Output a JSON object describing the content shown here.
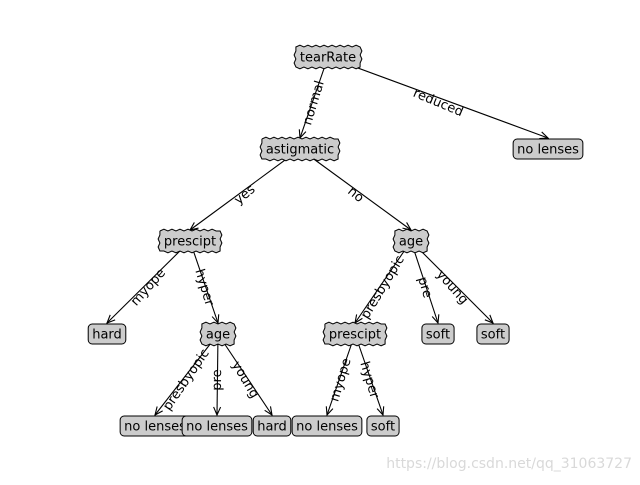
{
  "colors": {
    "node_fill": "#cccccc",
    "node_stroke": "#000000",
    "arrow": "#000000",
    "watermark": "#d9d9d9"
  },
  "diagram": {
    "nodes": [
      {
        "id": "tearRate",
        "label": "tearRate",
        "kind": "decision"
      },
      {
        "id": "astigmatic",
        "label": "astigmatic",
        "kind": "decision"
      },
      {
        "id": "nolenses_reduced",
        "label": "no lenses",
        "kind": "leaf"
      },
      {
        "id": "prescipt1",
        "label": "prescipt",
        "kind": "decision"
      },
      {
        "id": "age1",
        "label": "age",
        "kind": "decision"
      },
      {
        "id": "hard1",
        "label": "hard",
        "kind": "leaf"
      },
      {
        "id": "age2",
        "label": "age",
        "kind": "decision"
      },
      {
        "id": "prescipt2",
        "label": "prescipt",
        "kind": "decision"
      },
      {
        "id": "soft_pre",
        "label": "soft",
        "kind": "leaf"
      },
      {
        "id": "soft_young",
        "label": "soft",
        "kind": "leaf"
      },
      {
        "id": "nolenses1",
        "label": "no lenses",
        "kind": "leaf"
      },
      {
        "id": "nolenses2",
        "label": "no lenses",
        "kind": "leaf"
      },
      {
        "id": "hard2",
        "label": "hard",
        "kind": "leaf"
      },
      {
        "id": "nolenses3",
        "label": "no lenses",
        "kind": "leaf"
      },
      {
        "id": "soft_hyper",
        "label": "soft",
        "kind": "leaf"
      }
    ],
    "edges": [
      {
        "from": "tearRate",
        "to": "astigmatic",
        "label": "normal"
      },
      {
        "from": "tearRate",
        "to": "nolenses_reduced",
        "label": "reduced"
      },
      {
        "from": "astigmatic",
        "to": "prescipt1",
        "label": "yes"
      },
      {
        "from": "astigmatic",
        "to": "age1",
        "label": "no"
      },
      {
        "from": "prescipt1",
        "to": "hard1",
        "label": "myope"
      },
      {
        "from": "prescipt1",
        "to": "age2",
        "label": "hyper"
      },
      {
        "from": "age1",
        "to": "prescipt2",
        "label": "presbyopic"
      },
      {
        "from": "age1",
        "to": "soft_pre",
        "label": "pre"
      },
      {
        "from": "age1",
        "to": "soft_young",
        "label": "young"
      },
      {
        "from": "age2",
        "to": "nolenses1",
        "label": "presbyopic"
      },
      {
        "from": "age2",
        "to": "nolenses2",
        "label": "pre"
      },
      {
        "from": "age2",
        "to": "hard2",
        "label": "young"
      },
      {
        "from": "prescipt2",
        "to": "nolenses3",
        "label": "myope"
      },
      {
        "from": "prescipt2",
        "to": "soft_hyper",
        "label": "hyper"
      }
    ]
  },
  "watermark": "https://blog.csdn.net/qq_31063727"
}
